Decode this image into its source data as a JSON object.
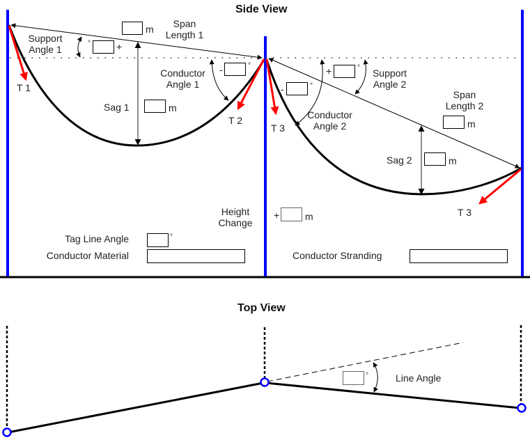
{
  "side_view": {
    "title": "Side View",
    "span_length_1": {
      "label_line1": "Span",
      "label_line2": "Length 1",
      "value": "",
      "unit": "m"
    },
    "support_angle_1": {
      "label_line1": "Support",
      "label_line2": "Angle 1",
      "value": "",
      "prefix": "+",
      "unit": "°"
    },
    "conductor_angle_1": {
      "label_line1": "Conductor",
      "label_line2": "Angle 1",
      "value": "",
      "prefix": "-",
      "unit": "°"
    },
    "sag_1": {
      "label": "Sag 1",
      "value": "",
      "unit": "m"
    },
    "span_length_2": {
      "label_line1": "Span",
      "label_line2": "Length 2",
      "value": "",
      "unit": "m"
    },
    "support_angle_2": {
      "label_line1": "Support",
      "label_line2": "Angle 2",
      "value": "",
      "prefix": "+",
      "unit": "°"
    },
    "conductor_angle_2": {
      "label_line1": "Conductor",
      "label_line2": "Angle 2",
      "value": "",
      "prefix": "-",
      "unit": "°"
    },
    "sag_2": {
      "label": "Sag 2",
      "value": "",
      "unit": "m"
    },
    "height_change": {
      "label_line1": "Height",
      "label_line2": "Change",
      "value": "",
      "prefix": "+",
      "unit": "m"
    },
    "tag_line_angle": {
      "label": "Tag Line Angle",
      "value": "",
      "unit": "°"
    },
    "conductor_material": {
      "label": "Conductor Material",
      "value": ""
    },
    "conductor_stranding": {
      "label": "Conductor Stranding",
      "value": ""
    },
    "tensions": {
      "t1": "T 1",
      "t2": "T 2",
      "t3_mid": "T 3",
      "t3_end": "T 3"
    }
  },
  "top_view": {
    "title": "Top View",
    "line_angle": {
      "label": "Line Angle",
      "value": "",
      "unit": "°"
    }
  },
  "colors": {
    "pole": "#0000ff",
    "tension_arrow": "#ff0000",
    "conductor": "#000000",
    "ground": "#000000"
  }
}
